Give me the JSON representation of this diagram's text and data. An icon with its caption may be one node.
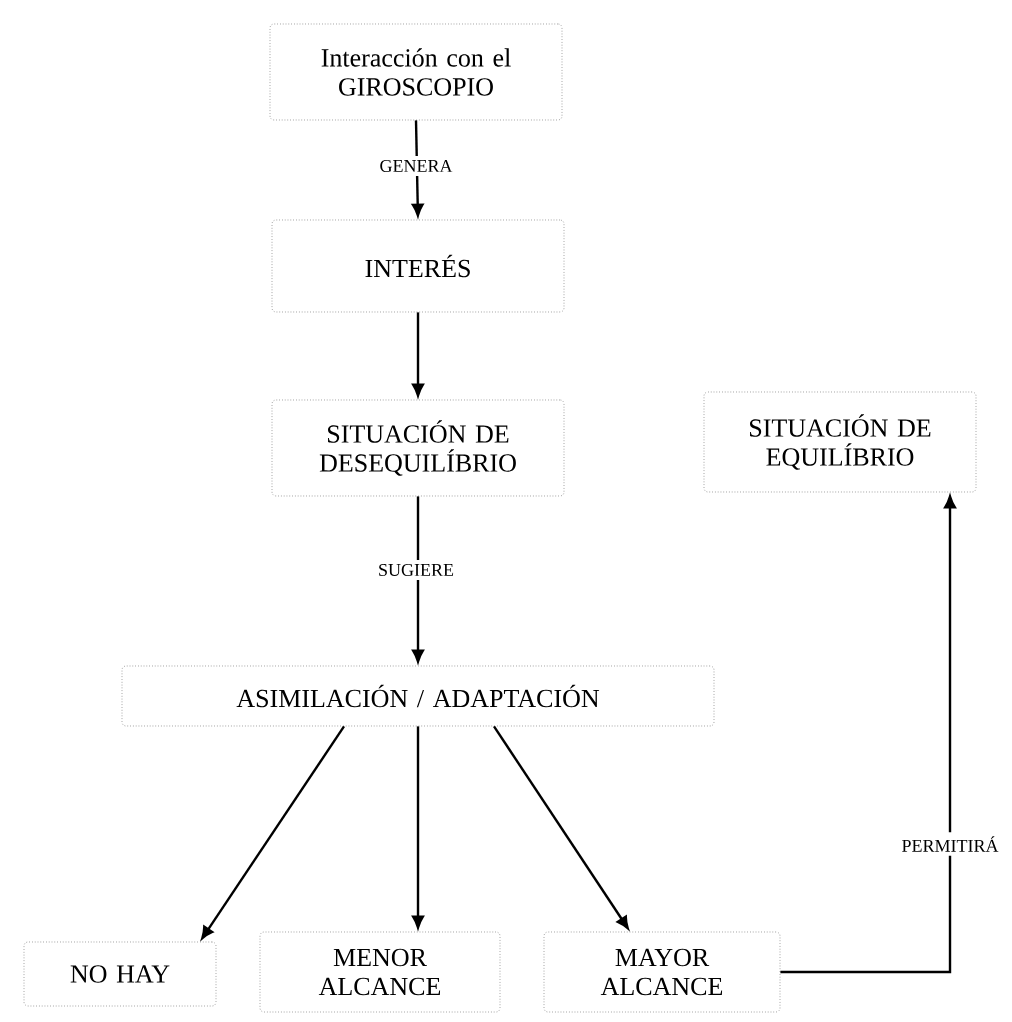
{
  "diagram": {
    "nodes": [
      {
        "text": [
          "Interacción con el GIROSCOPIO"
        ]
      },
      {
        "text": [
          "INTERÉS"
        ]
      },
      {
        "text": [
          "SITUACIÓN DE DESEQUILÍBRIO"
        ]
      },
      {
        "text": [
          "SITUACIÓN DE EQUILÍBRIO"
        ]
      },
      {
        "text": [
          "ASIMILACIÓN / ADAPTACIÓN"
        ]
      },
      {
        "text": [
          "NO HAY"
        ]
      },
      {
        "text": [
          "MENOR ALCANCE"
        ]
      },
      {
        "text": [
          "MAYOR ALCANCE"
        ]
      }
    ],
    "edges": [
      {
        "from": 0,
        "to": 1,
        "arrow": "to",
        "label": "GENERA"
      },
      {
        "from": 1,
        "to": 2,
        "arrow": "to"
      },
      {
        "from": 2,
        "to": 4,
        "arrow": "to",
        "label": "SUGIERE"
      },
      {
        "from": 4,
        "to": 5,
        "arrow": "to"
      },
      {
        "from": 4,
        "to": 6,
        "arrow": "to"
      },
      {
        "from": 4,
        "to": 7,
        "arrow": "to"
      },
      {
        "from": 7,
        "to": 3,
        "arrow": "to",
        "label": "PERMITIRÁ"
      }
    ]
  }
}
